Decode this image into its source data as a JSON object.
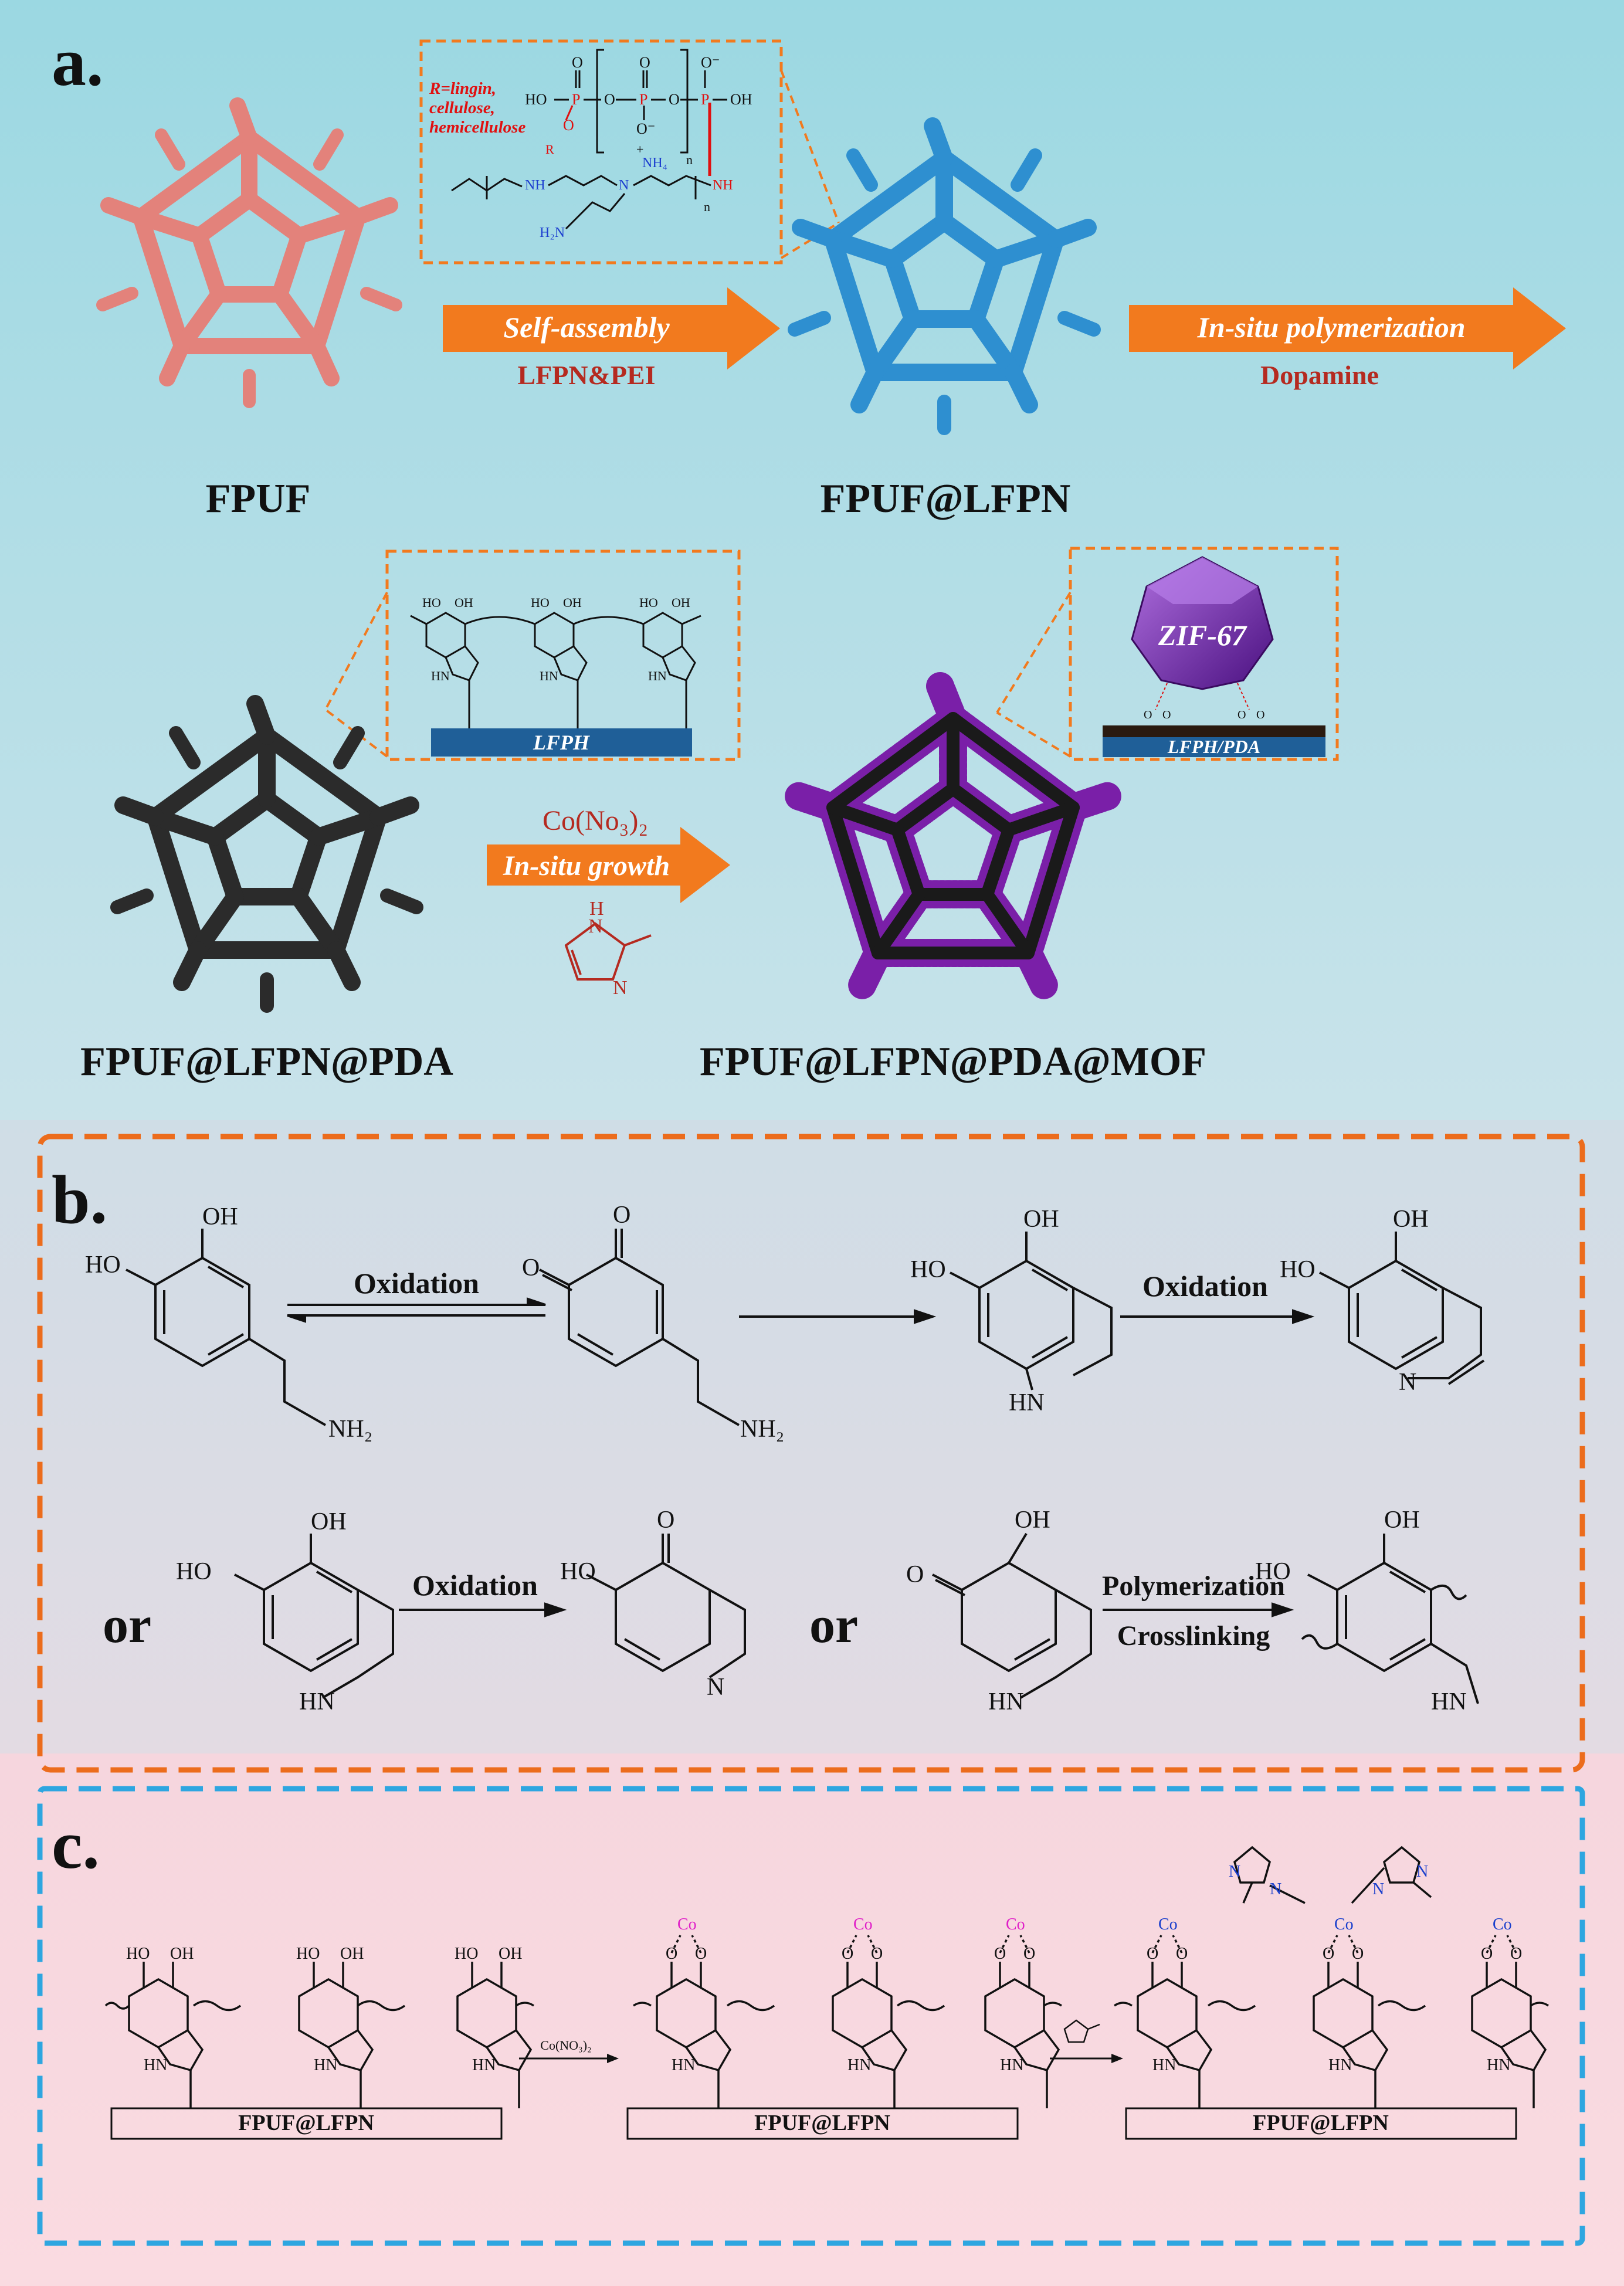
{
  "panel_a": {
    "label": "a.",
    "r_group": [
      "R=lingin,",
      "cellulose,",
      "hemicellulose"
    ],
    "inset1_atoms": {
      "ho": "HO",
      "oh": "OH",
      "p": "P",
      "o": "O",
      "o_minus": "O⁻",
      "r": "R",
      "n": "n",
      "nh": "NH",
      "nh4": "NH₄",
      "n_atom": "N",
      "h2n": "H₂N",
      "plus": "+"
    },
    "step1_arrow": "Self-assembly",
    "step1_reagent": "LFPN&PEI",
    "step2_arrow": "In-situ polymerization",
    "step2_reagent": "Dopamine",
    "foam1_label": "FPUF",
    "foam2_label": "FPUF@LFPN",
    "inset2_bar": "LFPH",
    "inset2_atoms": {
      "ho": "HO",
      "oh": "OH",
      "hn": "HN"
    },
    "inset3_mof": "ZIF-67",
    "inset3_bar": "LFPH/PDA",
    "inset3_atoms": {
      "o": "O"
    },
    "step3_reagent": "Co(No₃)₂",
    "step3_arrow": "In-situ growth",
    "imidazole_atoms": {
      "h": "H",
      "n1": "N",
      "n2": "N"
    },
    "foam3_label": "FPUF@LFPN@PDA",
    "foam4_label": "FPUF@LFPN@PDA@MOF",
    "colors": {
      "bg_top": "#a7dde5",
      "bg_bottom": "#cfe6ee",
      "foam1": "#e3827b",
      "foam2": "#2e8fd0",
      "foam3": "#2b2b2b",
      "mof": "#7a1fa8",
      "arrow": "#f27a1e",
      "reagent": "#b52a20"
    }
  },
  "panel_b": {
    "label": "b.",
    "oxidation1": "Oxidation",
    "oxidation2": "Oxidation",
    "oxidation3": "Oxidation",
    "or1": "or",
    "or2": "or",
    "polymerization": "Polymerization",
    "crosslinking": "Crosslinking",
    "atoms": {
      "oh": "OH",
      "ho": "HO",
      "o": "O",
      "nh2": "NH₂",
      "hn": "HN",
      "n": "N"
    },
    "colors": {
      "border": "#ec6c1c",
      "bg": "#d9dde4"
    }
  },
  "panel_c": {
    "label": "c.",
    "bar1": "FPUF@LFPN",
    "bar2": "FPUF@LFPN",
    "bar3": "FPUF@LFPN",
    "reagent1": "Co(NO₃)₂",
    "atoms": {
      "ho": "HO",
      "oh": "OH",
      "o": "O",
      "hn": "HN",
      "co": "Co",
      "n": "N"
    },
    "colors": {
      "border": "#2ea6e0",
      "bg": "#f8d7df",
      "co_pink": "#e020c8",
      "co_blue": "#1a3fcc"
    }
  }
}
